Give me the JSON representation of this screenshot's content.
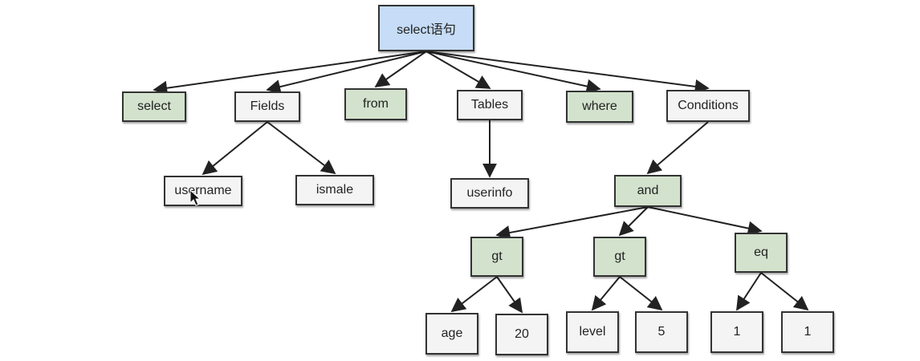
{
  "colors": {
    "root": "#c6dcf7",
    "keyword": "#d3e2cd",
    "plain": "#f4f4f4",
    "stroke": "#333333"
  },
  "nodes": {
    "root": {
      "label": "select语句",
      "style": "root"
    },
    "select": {
      "label": "select",
      "style": "keyword"
    },
    "fields": {
      "label": "Fields",
      "style": "plain"
    },
    "from": {
      "label": "from",
      "style": "keyword"
    },
    "tables": {
      "label": "Tables",
      "style": "plain"
    },
    "where": {
      "label": "where",
      "style": "keyword"
    },
    "conditions": {
      "label": "Conditions",
      "style": "plain"
    },
    "username": {
      "label": "username",
      "style": "plain"
    },
    "ismale": {
      "label": "ismale",
      "style": "plain"
    },
    "userinfo": {
      "label": "userinfo",
      "style": "plain"
    },
    "and": {
      "label": "and",
      "style": "keyword"
    },
    "gt1": {
      "label": "gt",
      "style": "keyword"
    },
    "gt2": {
      "label": "gt",
      "style": "keyword"
    },
    "eq": {
      "label": "eq",
      "style": "keyword"
    },
    "age": {
      "label": "age",
      "style": "plain"
    },
    "n20": {
      "label": "20",
      "style": "plain"
    },
    "level": {
      "label": "level",
      "style": "plain"
    },
    "n5": {
      "label": "5",
      "style": "plain"
    },
    "one_a": {
      "label": "1",
      "style": "plain"
    },
    "one_b": {
      "label": "1",
      "style": "plain"
    }
  },
  "edges": [
    [
      "root",
      "select"
    ],
    [
      "root",
      "fields"
    ],
    [
      "root",
      "from"
    ],
    [
      "root",
      "tables"
    ],
    [
      "root",
      "where"
    ],
    [
      "root",
      "conditions"
    ],
    [
      "fields",
      "username"
    ],
    [
      "fields",
      "ismale"
    ],
    [
      "tables",
      "userinfo"
    ],
    [
      "conditions",
      "and"
    ],
    [
      "and",
      "gt1"
    ],
    [
      "and",
      "gt2"
    ],
    [
      "and",
      "eq"
    ],
    [
      "gt1",
      "age"
    ],
    [
      "gt1",
      "n20"
    ],
    [
      "gt2",
      "level"
    ],
    [
      "gt2",
      "n5"
    ],
    [
      "eq",
      "one_a"
    ],
    [
      "eq",
      "one_b"
    ]
  ]
}
